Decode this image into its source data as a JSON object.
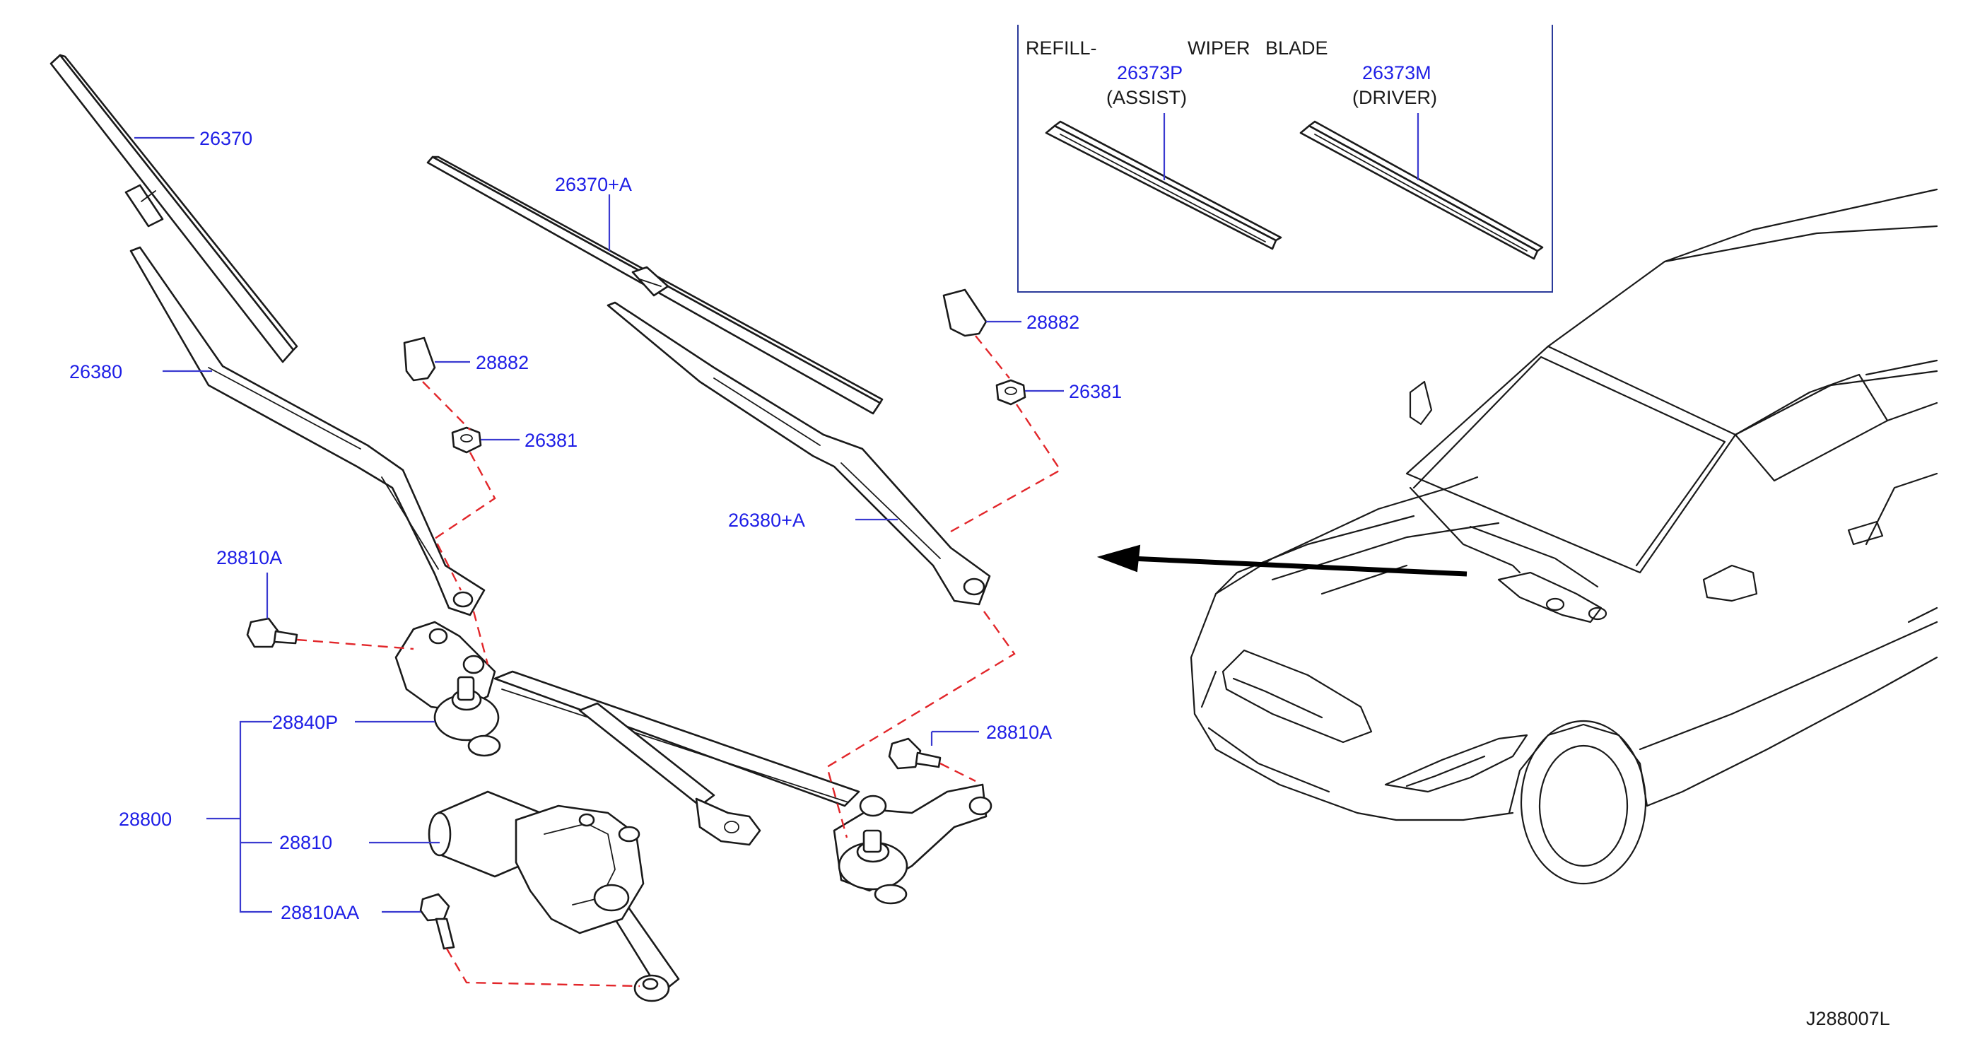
{
  "diagram_code": "J288007L",
  "refill_section": {
    "label_refill": "REFILL-",
    "label_wiper": "WIPER",
    "label_blade": "BLADE",
    "assist_part": "26373P",
    "assist_note": "(ASSIST)",
    "driver_part": "26373M",
    "driver_note": "(DRIVER)"
  },
  "callouts": {
    "blade_left": "26370",
    "blade_right": "26370+A",
    "arm_left": "26380",
    "arm_right": "26380+A",
    "cap_left": "28882",
    "cap_right": "28882",
    "nut_left": "26381",
    "nut_right": "26381",
    "bolt_left": "28810A",
    "bolt_right": "28810A",
    "assy": "28800",
    "pivot": "28840P",
    "motor": "28810",
    "motor_bolt": "28810AA"
  },
  "colors": {
    "callout_text": "#1e1ee6",
    "leader_line": "#3a3ad0",
    "dashed_link": "#e2262a",
    "line_art": "#1a1a1a"
  }
}
